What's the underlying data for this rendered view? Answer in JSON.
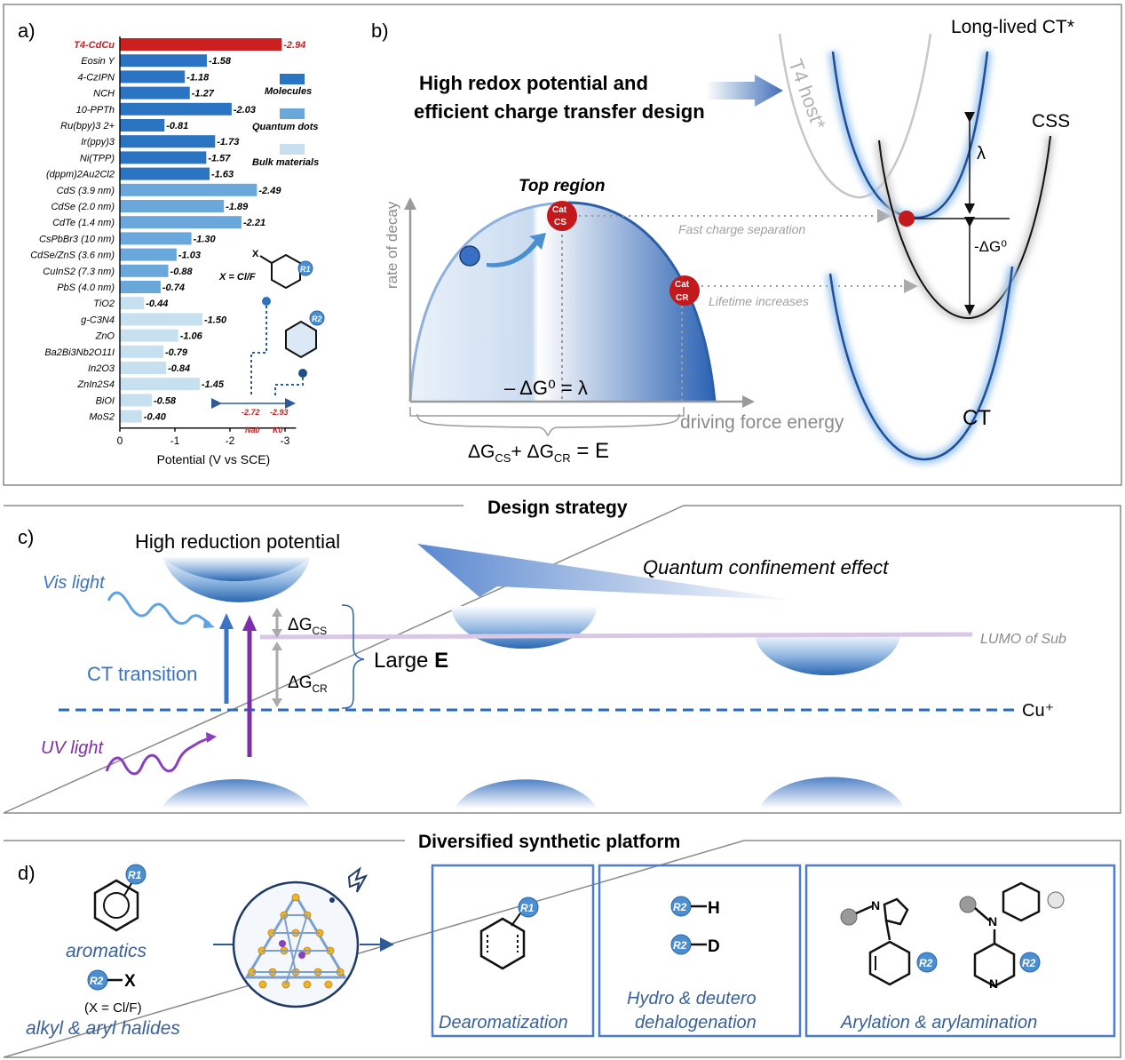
{
  "panel_a": {
    "label": "a)",
    "xlabel": "Potential (V vs SCE)",
    "xticks": [
      "0",
      "-1",
      "-2",
      "-3"
    ],
    "legend": [
      "Molecules",
      "Quantum dots",
      "Bulk materials"
    ],
    "molecule_label": "X = Cl/F",
    "x_label": "X",
    "r1_label": "R1",
    "r2_label": "R2",
    "arrow_values": [
      "-2.72",
      "-2.93"
    ],
    "arrow_metals": [
      "Na0",
      "K0"
    ]
  },
  "colors": {
    "highlight": "#cc1f1f",
    "molecules": "#2b74c4",
    "quantum_dots": "#6aa8dc",
    "bulk": "#c6e0ef",
    "accent": "#2e6db5",
    "purple": "#7d2eac",
    "text_blue": "#38619c"
  },
  "chart_data": {
    "type": "bar",
    "orientation": "horizontal",
    "xlabel": "Potential (V vs SCE)",
    "xlim": [
      0,
      -3.2
    ],
    "categories": [
      "T4-CdCu",
      "Eosin Y",
      "4-CzIPN",
      "NCH",
      "10-PPTh",
      "Ru(bpy)3 2+",
      "Ir(ppy)3",
      "Ni(TPP)",
      "(dppm)2Au2Cl2",
      "CdS (3.9 nm)",
      "CdSe (2.0 nm)",
      "CdTe (1.4 nm)",
      "CsPbBr3 (10 nm)",
      "CdSe/ZnS (3.6 nm)",
      "CuInS2 (7.3 nm)",
      "PbS (4.0 nm)",
      "TiO2",
      "g-C3N4",
      "ZnO",
      "Ba2Bi3Nb2O11I",
      "In2O3",
      "ZnIn2S4",
      "BiOI",
      "MoS2"
    ],
    "values": [
      -2.94,
      -1.58,
      -1.18,
      -1.27,
      -2.03,
      -0.81,
      -1.73,
      -1.57,
      -1.63,
      -2.49,
      -1.89,
      -2.21,
      -1.3,
      -1.03,
      -0.88,
      -0.74,
      -0.44,
      -1.5,
      -1.06,
      -0.79,
      -0.84,
      -1.45,
      -0.58,
      -0.4
    ],
    "value_labels": [
      "-2.94",
      "-1.58",
      "-1.18",
      "-1.27",
      "-2.03",
      "-0.81",
      "-1.73",
      "-1.57",
      "-1.63",
      "-2.49",
      "-1.89",
      "-2.21",
      "-1.30",
      "-1.03",
      "-0.88",
      "-0.74",
      "-0.44",
      "-1.50",
      "-1.06",
      "-0.79",
      "-0.84",
      "-1.45",
      "-0.58",
      "-0.40"
    ],
    "groups": [
      "highlight",
      "molecules",
      "molecules",
      "molecules",
      "molecules",
      "molecules",
      "molecules",
      "molecules",
      "molecules",
      "quantum_dots",
      "quantum_dots",
      "quantum_dots",
      "quantum_dots",
      "quantum_dots",
      "quantum_dots",
      "quantum_dots",
      "bulk",
      "bulk",
      "bulk",
      "bulk",
      "bulk",
      "bulk",
      "bulk",
      "bulk"
    ]
  },
  "panel_b": {
    "label": "b)",
    "headline_1": "High redox potential and",
    "headline_2": "efficient charge transfer design",
    "y_axis": "rate of decay",
    "x_axis": "driving force energy",
    "top_region": "Top region",
    "cat": "Cat",
    "cs": "CS",
    "cr": "CR",
    "fast_cs": "Fast charge separation",
    "lifetime": "Lifetime increases",
    "dg_lambda": "– ΔG⁰ = λ",
    "dg_sum": "ΔG",
    "dg_cs_sub": "CS",
    "dg_plus": "+ ΔG",
    "dg_cr_sub": "CR",
    "dg_eq": " = E",
    "long_lived": "Long-lived CT*",
    "t4_host": "T4 host*",
    "css": "CSS",
    "ct": "CT",
    "lambda": "λ",
    "minus_dg0": "-ΔG⁰"
  },
  "panel_c": {
    "label": "c)",
    "title": "Design strategy",
    "high_reduction": "High reduction potential",
    "quantum_confinement": "Quantum confinement effect",
    "vis_light": "Vis light",
    "ct_transition": "CT transition",
    "uv_light": "UV light",
    "dg_cs": "ΔG",
    "dg_cs_sub": "CS",
    "dg_cr": "ΔG",
    "dg_cr_sub": "CR",
    "large": "Large ",
    "large_e": "E",
    "lumo": "LUMO of Sub",
    "cu": "Cu⁺"
  },
  "panel_d": {
    "label": "d)",
    "title": "Diversified synthetic platform",
    "aromatics": "aromatics",
    "x_cl_f": "(X = Cl/F)",
    "alkyl_aryl": "alkyl & aryl halides",
    "r1": "R1",
    "r2": "R2",
    "x_atom": "X",
    "h_atom": "H",
    "d_atom": "D",
    "n_atom": "N",
    "box1": "Dearomatization",
    "box2_l1": "Hydro & deutero",
    "box2_l2": "dehalogenation",
    "box3": "Arylation & arylamination"
  }
}
